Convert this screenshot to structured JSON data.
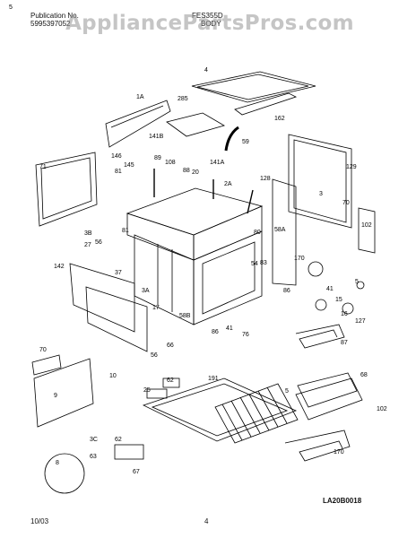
{
  "header": {
    "pub_label": "Publication No.",
    "pub_number": "5995397052",
    "model": "FES355D",
    "section": "BODY"
  },
  "watermark": "AppliancePartsPros.com",
  "footer": {
    "date": "10/03",
    "page": "4"
  },
  "diagram_code": "LA20B0018",
  "callouts": [
    "1A",
    "285",
    "4",
    "162",
    "141B",
    "59",
    "146",
    "89",
    "108",
    "141A",
    "145",
    "81",
    "71",
    "88",
    "20",
    "2A",
    "128",
    "129",
    "3",
    "70",
    "102",
    "3B",
    "81",
    "80",
    "58A",
    "56",
    "27",
    "37",
    "142",
    "3A",
    "170",
    "54",
    "83",
    "86",
    "41",
    "15",
    "16",
    "17",
    "58B",
    "86",
    "76",
    "41",
    "127",
    "66",
    "56",
    "70",
    "191",
    "25",
    "62",
    "87",
    "68",
    "10",
    "102",
    "9",
    "3C",
    "5",
    "62",
    "8",
    "170",
    "67",
    "63",
    "5",
    "5"
  ]
}
